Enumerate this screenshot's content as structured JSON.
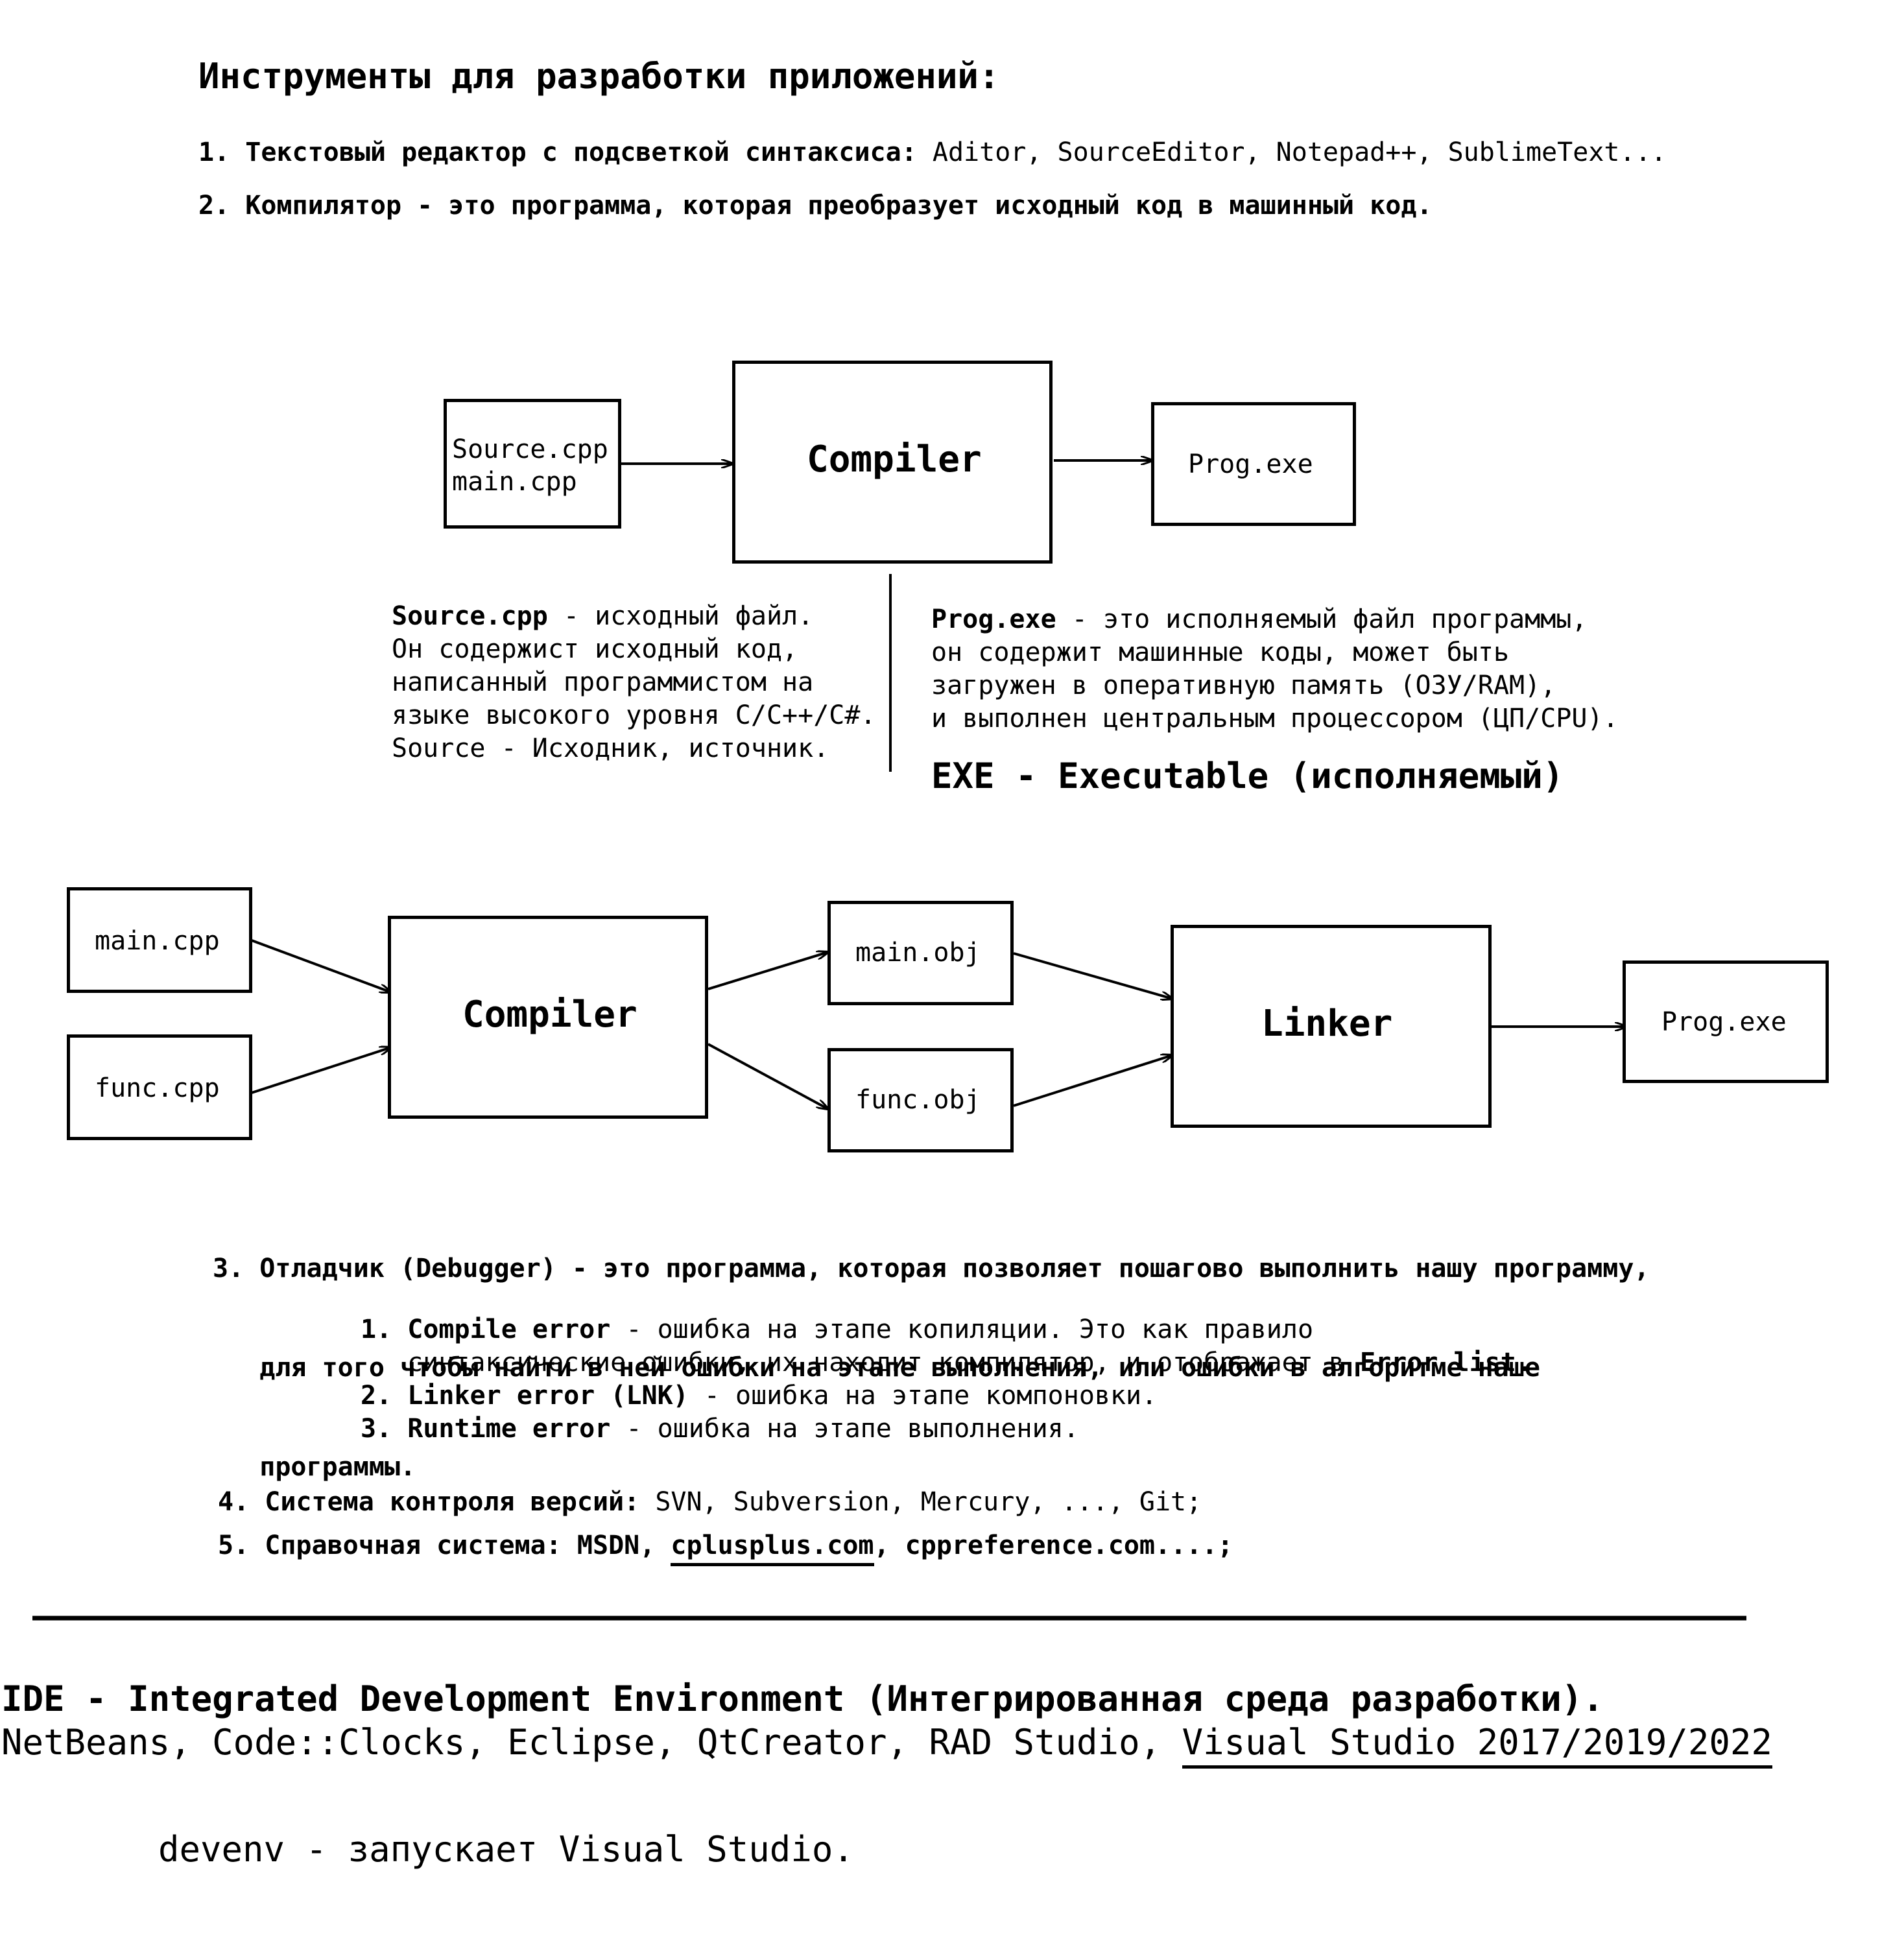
{
  "heading": "Инструменты для разработки приложений:",
  "item1": {
    "label": "1. Текстовый редактор с подсветкой синтаксиса:",
    "value": "Aditor, SourceEditor, Notepad++, SublimeText..."
  },
  "item2": "2. Компилятор - это программа, которая преобразует  исходный код в машинный код.",
  "diagram1": {
    "source_box": [
      "Source.cpp",
      "main.cpp"
    ],
    "compiler": "Compiler",
    "output": "Prog.exe"
  },
  "source_desc": {
    "term": "Source.cpp",
    "lines": [
      "- исходный файл.",
      "Он содержист исходный код,",
      "написанный программистом на",
      "языке высокого уровня C/C++/C#.",
      "Source - Исходник, источник."
    ]
  },
  "prog_desc": {
    "term": "Prog.exe",
    "lines": [
      "- это исполняемый файл программы,",
      "он содержит машинные коды, может быть",
      "загружен в оперативную память (ОЗУ/RAM),",
      "и выполнен центральным процессором (ЦП/CPU)."
    ]
  },
  "exe_line": "EXE - Executable  (исполняемый)",
  "diagram2": {
    "main_cpp": "main.cpp",
    "func_cpp": "func.cpp",
    "compiler": "Compiler",
    "main_obj": "main.obj",
    "func_obj": "func.obj",
    "linker": "Linker",
    "output": "Prog.exe"
  },
  "item3": [
    "3. Отладчик (Debugger) - это программа, которая позволяет пошагово выполнить нашу программу,",
    "   для того чтобы найти в ней ошибки на этапе выполнения, или ошибки в алгоритме наше",
    "   программы."
  ],
  "errors": [
    {
      "num": "1.",
      "term": "Compile error",
      "text": "- ошибка на этапе копиляции. Это как правило",
      "line2": "синтаксические ошибки, их находит компилятор, и отображает в",
      "line2_term": "Error list."
    },
    {
      "num": "2.",
      "term": "Linker error (LNK)",
      "text": "- ошибка на этапе компоновки."
    },
    {
      "num": "3.",
      "term": "Runtime error",
      "text": "- ошибка на этапе выполнения."
    }
  ],
  "item4": {
    "label": "4. Система контроля версий:",
    "value": "SVN, Subversion, Mercury, ..., Git;"
  },
  "item5": {
    "label": "5. Справочная система:",
    "msdn": "MSDN,",
    "cplusplus": "cplusplus.com",
    "rest": ", cppreference.com....;"
  },
  "ide_title": "IDE - Integrated Development Environment (Интегрированная среда разработки).",
  "ide_list": "NetBeans, Code::Clocks, Eclipse, QtCreator, RAD Studio,",
  "ide_vs": "Visual Studio 2017/2019/2022",
  "devenv": "devenv - запускает Visual Studio."
}
